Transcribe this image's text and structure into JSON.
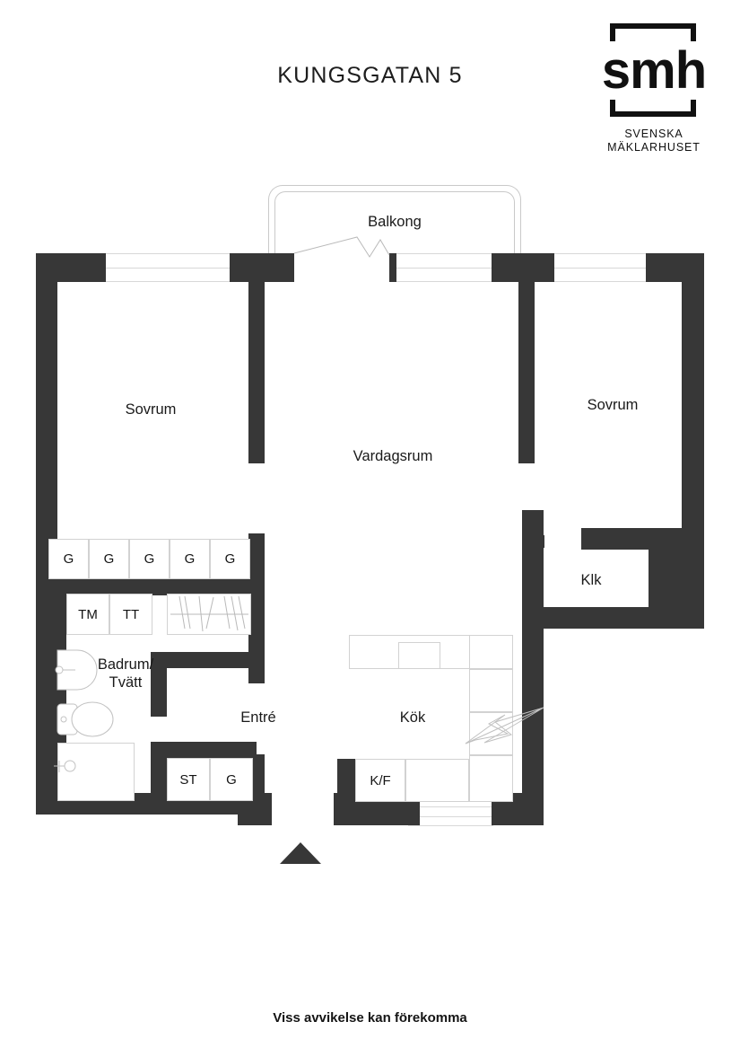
{
  "header": {
    "title": "KUNGSGATAN 5",
    "logo": {
      "wordmark": "smh",
      "line1": "SVENSKA",
      "line2": "MÄKLARHUSET"
    }
  },
  "footer": {
    "note": "Viss avvikelse kan förekomma"
  },
  "plan": {
    "balcony_label": "Balkong",
    "rooms": [
      {
        "key": "sovrum_left",
        "label": "Sovrum"
      },
      {
        "key": "vardagsrum",
        "label": "Vardagsrum"
      },
      {
        "key": "sovrum_right",
        "label": "Sovrum"
      },
      {
        "key": "klk",
        "label": "Klk"
      },
      {
        "key": "badrum",
        "label": "Badrum/"
      },
      {
        "key": "badrum2",
        "label": "Tvätt"
      },
      {
        "key": "entre",
        "label": "Entré"
      },
      {
        "key": "kok",
        "label": "Kök"
      }
    ],
    "closets_top": [
      "G",
      "G",
      "G",
      "G",
      "G"
    ],
    "laundry": [
      "TM",
      "TT"
    ],
    "storage_row": [
      "ST",
      "G"
    ],
    "fridge": "K/F"
  },
  "colors": {
    "wall": "#373737",
    "text": "#1a1a1a",
    "fixture_outline": "#d2d2d2",
    "background": "#ffffff"
  }
}
